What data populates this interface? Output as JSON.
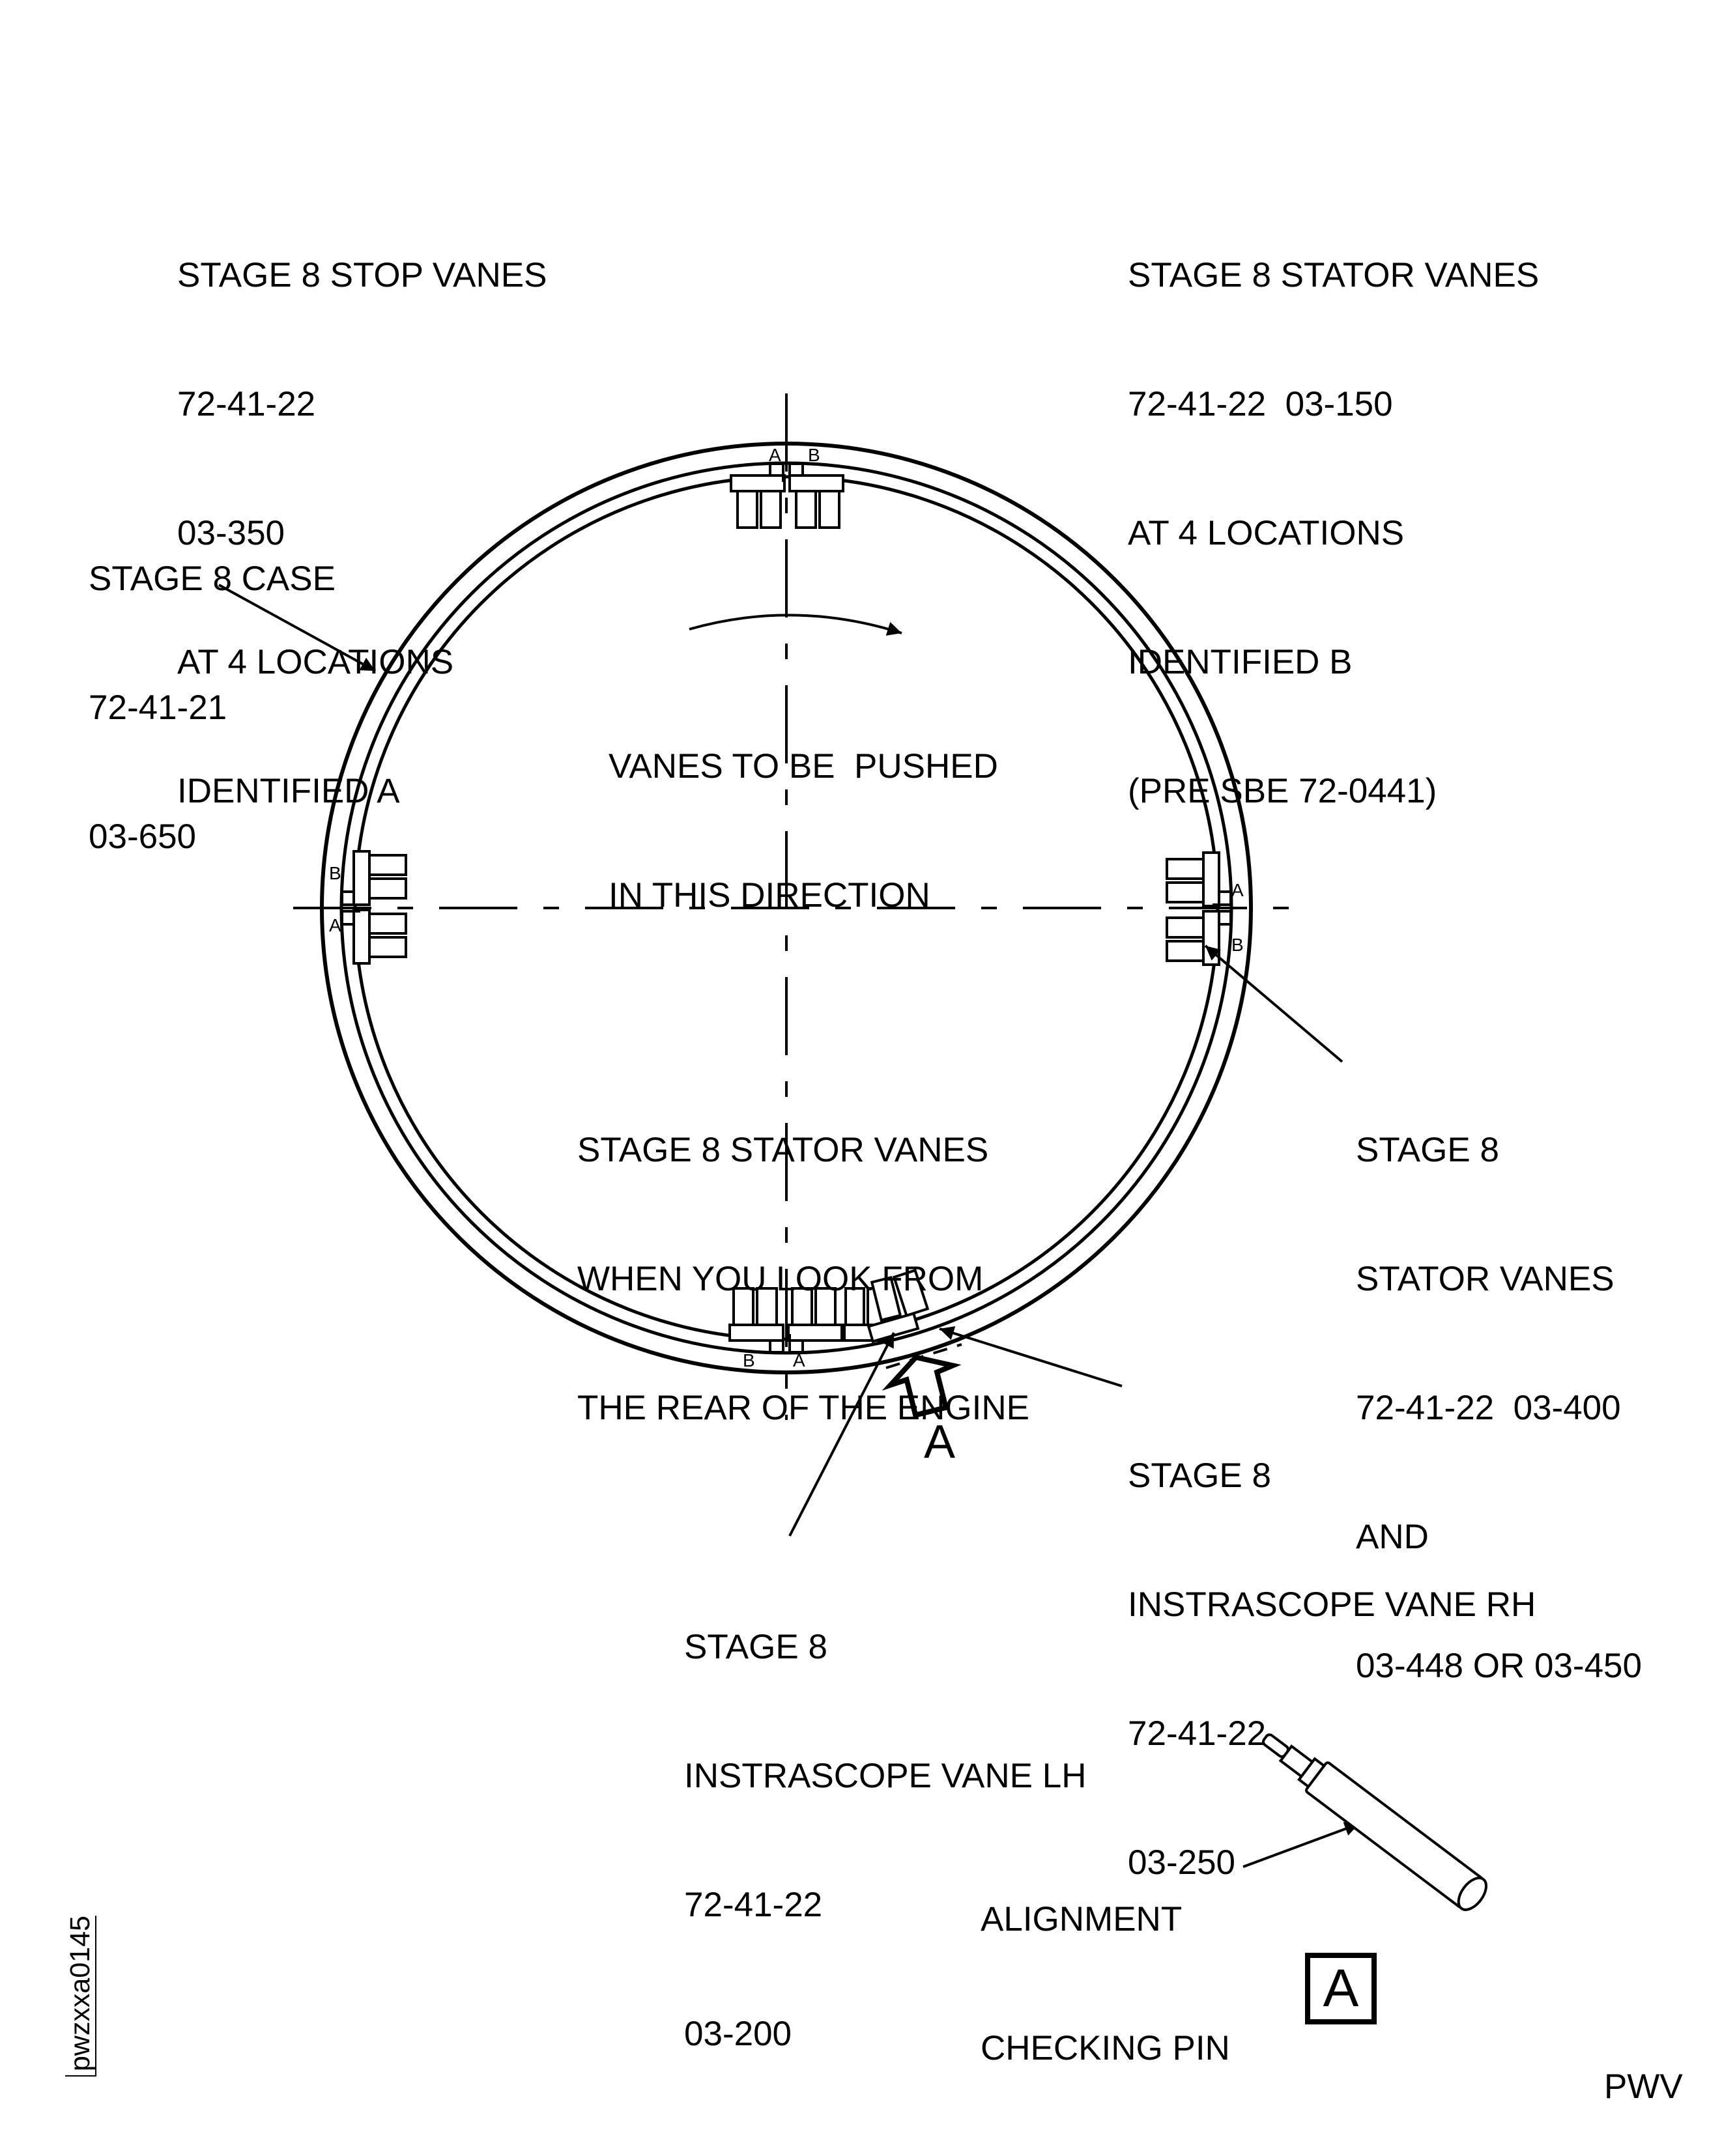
{
  "labels": {
    "stop_vanes": [
      "STAGE 8 STOP VANES",
      "72-41-22",
      "03-350",
      "AT 4 LOCATIONS",
      "IDENTIFIED A"
    ],
    "stator_vanes_b": [
      "STAGE 8 STATOR VANES",
      "72-41-22  03-150",
      "AT 4 LOCATIONS",
      "IDENTIFIED B",
      "(PRE SBE 72-0441)"
    ],
    "case": [
      "STAGE 8 CASE",
      "72-41-21",
      "03-650"
    ],
    "direction": [
      "VANES TO BE  PUSHED",
      "IN THIS DIRECTION"
    ],
    "view": [
      "STAGE 8 STATOR VANES",
      "WHEN YOU LOOK FROM",
      "THE REAR OF THE ENGINE"
    ],
    "stator_vanes_rh": [
      "STAGE 8",
      "STATOR VANES",
      "72-41-22  03-400",
      "AND",
      "03-448 OR 03-450"
    ],
    "vane_rh": [
      "STAGE 8",
      "INSTRASCOPE VANE RH",
      "72-41-22",
      "03-250"
    ],
    "vane_lh": [
      "STAGE 8",
      "INSTRASCOPE VANE LH",
      "72-41-22",
      "03-200"
    ],
    "pin": [
      "ALIGNMENT",
      "CHECKING PIN"
    ]
  },
  "markers": {
    "a": "A",
    "b": "B"
  },
  "view_letter": "A",
  "detail_box": "A",
  "corner_code": "PWV",
  "drawing_id": "pwzxxa0145"
}
